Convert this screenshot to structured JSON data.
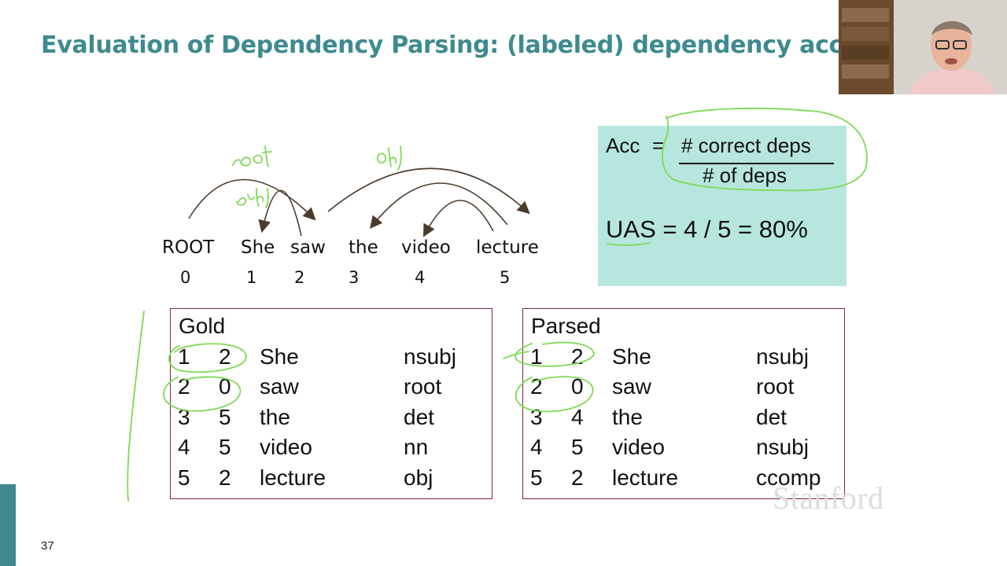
{
  "slide": {
    "title": "Evaluation of Dependency Parsing: (labeled) dependency accuracy",
    "page_number": "37",
    "watermark": "Stanford"
  },
  "sentence": {
    "words": [
      "ROOT",
      "She",
      "saw",
      "the",
      "video",
      "lecture"
    ],
    "indices": [
      "0",
      "1",
      "2",
      "3",
      "4",
      "5"
    ]
  },
  "gold": {
    "title": "Gold",
    "rows": [
      [
        "1",
        "2",
        "She",
        "nsubj"
      ],
      [
        "2",
        "0",
        "saw",
        "root"
      ],
      [
        "3",
        "5",
        "the",
        "det"
      ],
      [
        "4",
        "5",
        "video",
        "nn"
      ],
      [
        "5",
        "2",
        "lecture",
        "obj"
      ]
    ]
  },
  "parsed": {
    "title": "Parsed",
    "rows": [
      [
        "1",
        "2",
        "She",
        "nsubj"
      ],
      [
        "2",
        "0",
        "saw",
        "root"
      ],
      [
        "3",
        "4",
        "the",
        "det"
      ],
      [
        "4",
        "5",
        "video",
        "nsubj"
      ],
      [
        "5",
        "2",
        "lecture",
        "ccomp"
      ]
    ]
  },
  "formula": {
    "acc_label": "Acc",
    "equals": "=",
    "numerator": "# correct deps",
    "denominator": "# of deps",
    "uas_text": "UAS =  4 / 5  =  80%"
  },
  "annotations": {
    "root": "root",
    "subj": "subj",
    "obj": "obj"
  },
  "colors": {
    "title": "#3e8a8f",
    "box_border": "#7a2a3a",
    "formula_bg": "#b6e6dd",
    "ink": "#7ed957",
    "arc": "#4a3b2a"
  }
}
